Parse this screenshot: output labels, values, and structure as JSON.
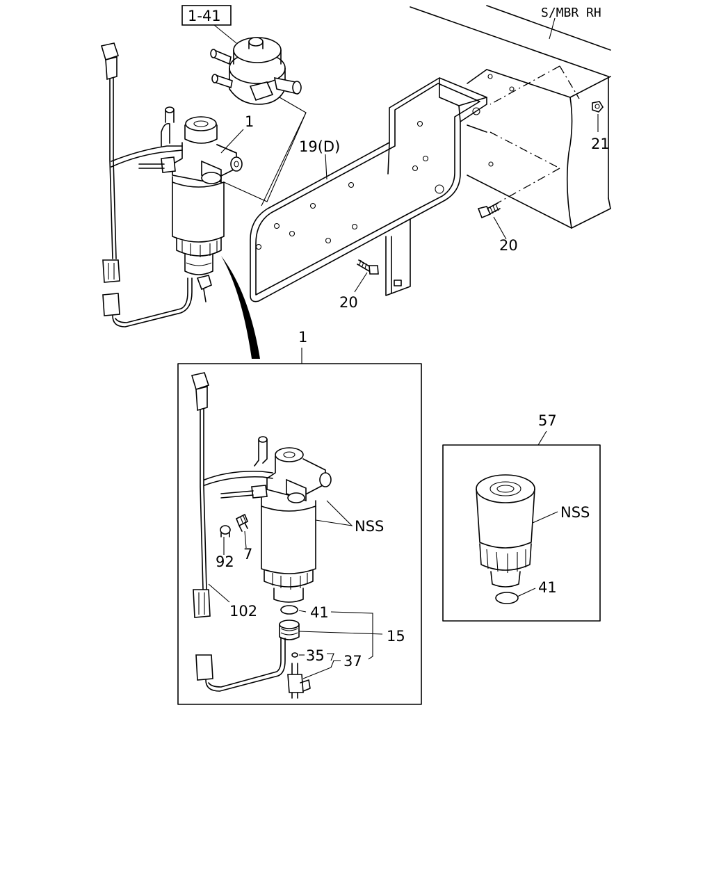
{
  "labels": {
    "ref_box": "1-41",
    "frame": "S/MBR RH",
    "part_1_top": "1",
    "part_19": "19(D)",
    "part_21": "21",
    "part_20_right": "20",
    "part_20_left": "20",
    "part_1_detail": "1",
    "nss_detail": "NSS",
    "part_92": "92",
    "part_7": "7",
    "part_102": "102",
    "part_41_detail": "41",
    "part_15": "15",
    "part_35": "35",
    "part_37": "37",
    "part_57": "57",
    "nss_57": "NSS",
    "part_41_57": "41"
  }
}
